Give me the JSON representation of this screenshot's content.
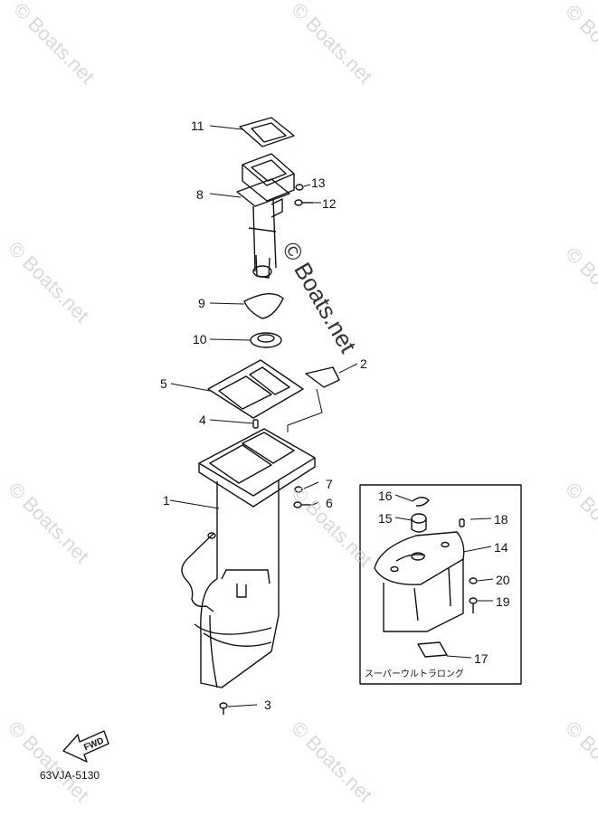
{
  "watermark_text": "© Boats.net",
  "callouts": [
    {
      "id": "11",
      "label": "11"
    },
    {
      "id": "8",
      "label": "8"
    },
    {
      "id": "13",
      "label": "13"
    },
    {
      "id": "12",
      "label": "12"
    },
    {
      "id": "9",
      "label": "9"
    },
    {
      "id": "10",
      "label": "10"
    },
    {
      "id": "2",
      "label": "2"
    },
    {
      "id": "5",
      "label": "5"
    },
    {
      "id": "4",
      "label": "4"
    },
    {
      "id": "7",
      "label": "7"
    },
    {
      "id": "6",
      "label": "6"
    },
    {
      "id": "1",
      "label": "1"
    },
    {
      "id": "3",
      "label": "3"
    },
    {
      "id": "16",
      "label": "16"
    },
    {
      "id": "15",
      "label": "15"
    },
    {
      "id": "18",
      "label": "18"
    },
    {
      "id": "14",
      "label": "14"
    },
    {
      "id": "20",
      "label": "20"
    },
    {
      "id": "19",
      "label": "19"
    },
    {
      "id": "17",
      "label": "17"
    }
  ],
  "inset_caption": "スーパーウルトラロング",
  "fwd_label": "FWD",
  "diagram_code": "63VJA-5130"
}
